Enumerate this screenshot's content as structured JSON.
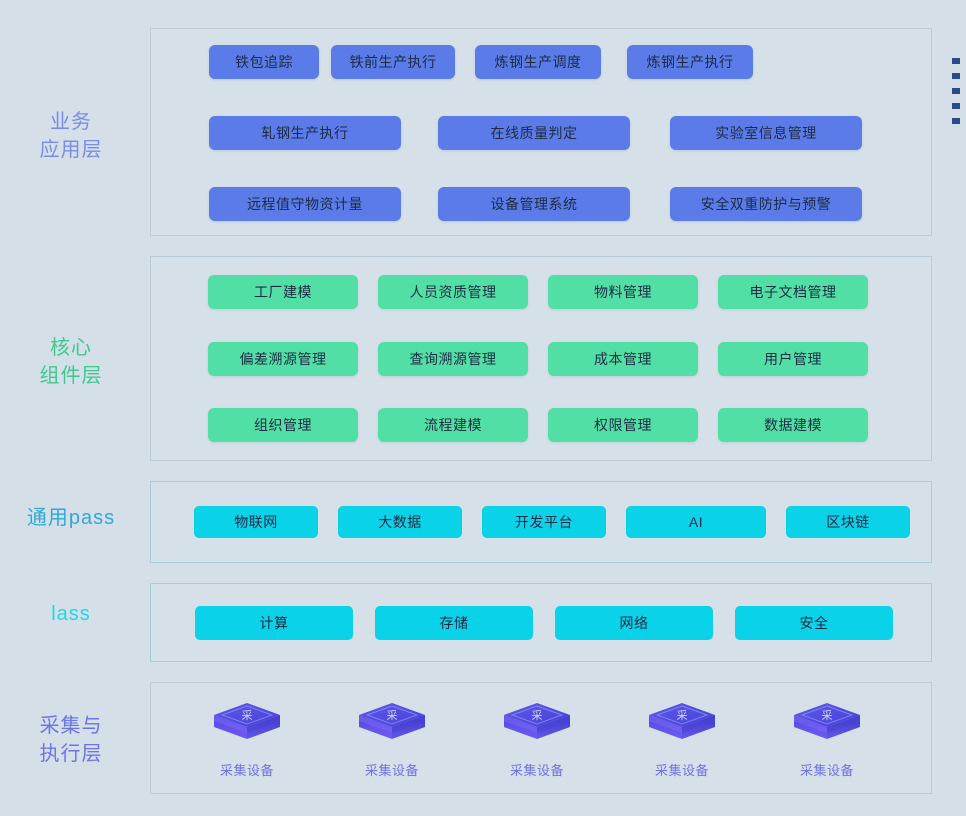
{
  "colors": {
    "background": "#d4dfe8",
    "business_chip": "#5b7ce8",
    "core_chip": "#52dfa5",
    "paas_chip": "#0ad2e8",
    "iaas_chip": "#0ad2e8",
    "business_label": "#7b8ce8",
    "core_label": "#3fc98f",
    "paas_label": "#30a8d8",
    "iaas_label": "#1fd8e8",
    "collect_label": "#6d74e6",
    "device_label": "#6d74e6",
    "panel_border": "#bccbd8",
    "marker": "#2a4a8c"
  },
  "layers": {
    "business": {
      "label": "业务\n应用层",
      "rows": [
        [
          {
            "text": "铁包追踪"
          },
          {
            "text": "铁前生产执行"
          },
          {
            "text": "炼钢生产调度"
          },
          {
            "text": "炼钢生产执行"
          }
        ],
        [
          {
            "text": "轧钢生产执行"
          },
          {
            "text": "在线质量判定"
          },
          {
            "text": "实验室信息管理"
          }
        ],
        [
          {
            "text": "远程值守物资计量"
          },
          {
            "text": "设备管理系统"
          },
          {
            "text": "安全双重防护与预警"
          }
        ]
      ]
    },
    "core": {
      "label": "核心\n组件层",
      "rows": [
        [
          {
            "text": "工厂建模"
          },
          {
            "text": "人员资质管理"
          },
          {
            "text": "物料管理"
          },
          {
            "text": "电子文档管理"
          }
        ],
        [
          {
            "text": "偏差溯源管理"
          },
          {
            "text": "查询溯源管理"
          },
          {
            "text": "成本管理"
          },
          {
            "text": "用户管理"
          }
        ],
        [
          {
            "text": "组织管理"
          },
          {
            "text": "流程建模"
          },
          {
            "text": "权限管理"
          },
          {
            "text": "数据建模"
          }
        ]
      ]
    },
    "paas": {
      "label": "通用pass",
      "items": [
        {
          "text": "物联网"
        },
        {
          "text": "大数据"
        },
        {
          "text": "开发平台"
        },
        {
          "text": "AI"
        },
        {
          "text": "区块链"
        }
      ]
    },
    "iaas": {
      "label": "lass",
      "items": [
        {
          "text": "计算"
        },
        {
          "text": "存储"
        },
        {
          "text": "网络"
        },
        {
          "text": "安全"
        }
      ]
    },
    "collect": {
      "label": "采集与\n执行层",
      "devices": [
        {
          "text": "采集设备",
          "glyph": "采"
        },
        {
          "text": "采集设备",
          "glyph": "采"
        },
        {
          "text": "采集设备",
          "glyph": "采"
        },
        {
          "text": "采集设备",
          "glyph": "采"
        },
        {
          "text": "采集设备",
          "glyph": "采"
        }
      ]
    }
  },
  "side_markers": [
    {
      "id": "marker-1"
    },
    {
      "id": "marker-2"
    },
    {
      "id": "marker-3"
    },
    {
      "id": "marker-4"
    },
    {
      "id": "marker-5"
    }
  ]
}
